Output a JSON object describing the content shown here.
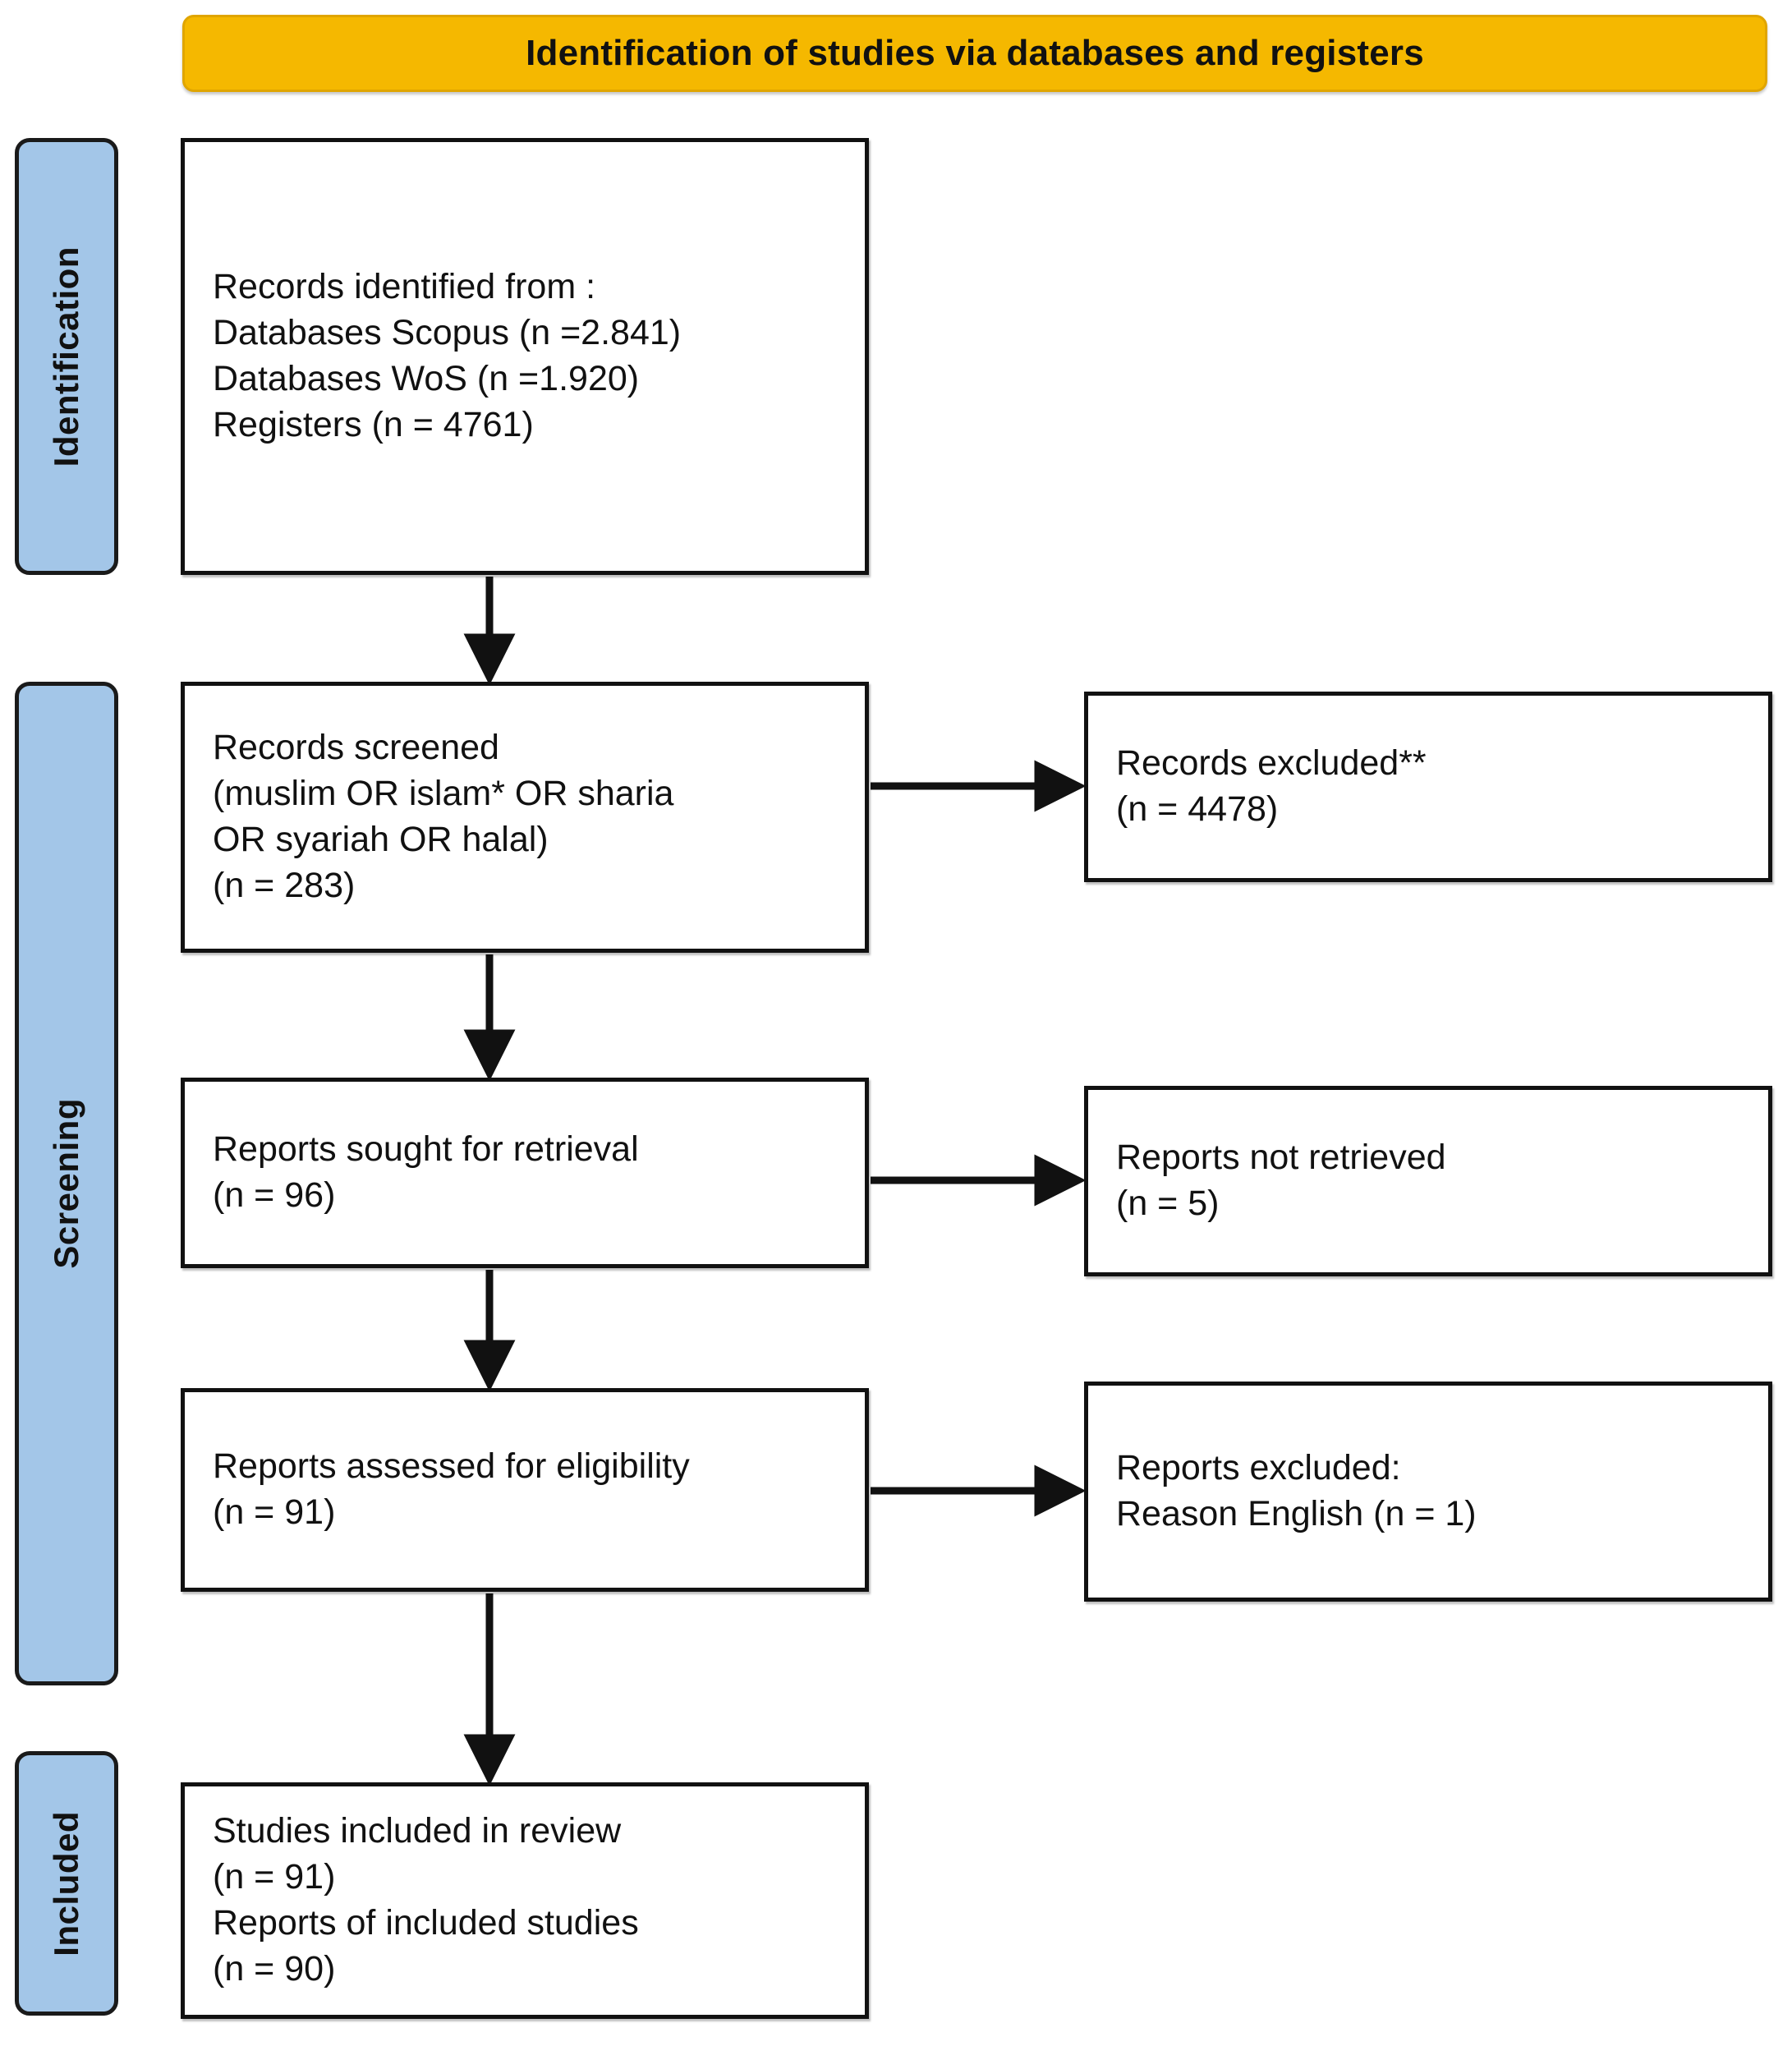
{
  "header": {
    "title": "Identification of studies via databases and registers",
    "background_color": "#F5B800"
  },
  "stages": [
    {
      "id": "identification",
      "label": "Identification"
    },
    {
      "id": "screening",
      "label": "Screening"
    },
    {
      "id": "included",
      "label": "Included"
    }
  ],
  "stage_bar_color": "#A3C6E8",
  "boxes": {
    "identified": {
      "text": "Records identified from :\n   Databases Scopus (n =2.841)\n   Databases WoS (n =1.920)\n   Registers (n = 4761)"
    },
    "screened": {
      "text": "Records screened\n(muslim OR islam* OR sharia\nOR syariah OR halal)\n(n = 283)"
    },
    "records_excluded": {
      "text": "Records excluded**\n (n = 4478)"
    },
    "sought": {
      "text": "Reports sought for retrieval\n(n = 96)"
    },
    "not_retrieved": {
      "text": "Reports not retrieved\n(n = 5)"
    },
    "assessed": {
      "text": "Reports assessed for eligibility\n(n = 91)"
    },
    "reports_excluded": {
      "text": "Reports excluded:\n   Reason English (n = 1)"
    },
    "included": {
      "text": "Studies included in review\n(n = 91)\nReports of included studies\n(n = 90)"
    }
  },
  "chart_data": {
    "type": "diagram",
    "title": "Identification of studies via databases and registers",
    "diagram_kind": "PRISMA 2020 flow diagram",
    "stages": [
      "Identification",
      "Screening",
      "Included"
    ],
    "nodes": [
      {
        "id": "identified",
        "stage": "Identification",
        "label": "Records identified from :",
        "items": [
          {
            "source": "Databases Scopus",
            "n": 2841,
            "displayed_n": "2.841"
          },
          {
            "source": "Databases WoS",
            "n": 1920,
            "displayed_n": "1.920"
          },
          {
            "source": "Registers",
            "n": 4761,
            "displayed_n": "4761"
          }
        ]
      },
      {
        "id": "screened",
        "stage": "Screening",
        "label": "Records screened",
        "query": "(muslim OR islam* OR sharia OR syariah OR halal)",
        "n": 283
      },
      {
        "id": "records_excluded",
        "stage": "Screening",
        "label": "Records excluded**",
        "n": 4478
      },
      {
        "id": "sought",
        "stage": "Screening",
        "label": "Reports sought for retrieval",
        "n": 96
      },
      {
        "id": "not_retrieved",
        "stage": "Screening",
        "label": "Reports not retrieved",
        "n": 5
      },
      {
        "id": "assessed",
        "stage": "Screening",
        "label": "Reports assessed for eligibility",
        "n": 91
      },
      {
        "id": "reports_excluded",
        "stage": "Screening",
        "label": "Reports excluded:",
        "reasons": [
          {
            "reason": "Reason English",
            "n": 1
          }
        ]
      },
      {
        "id": "included",
        "stage": "Included",
        "label": "Studies included in review",
        "n": 91,
        "reports_of_included_studies": 90
      }
    ],
    "edges": [
      {
        "from": "identified",
        "to": "screened",
        "direction": "down"
      },
      {
        "from": "screened",
        "to": "records_excluded",
        "direction": "right"
      },
      {
        "from": "screened",
        "to": "sought",
        "direction": "down"
      },
      {
        "from": "sought",
        "to": "not_retrieved",
        "direction": "right"
      },
      {
        "from": "sought",
        "to": "assessed",
        "direction": "down"
      },
      {
        "from": "assessed",
        "to": "reports_excluded",
        "direction": "right"
      },
      {
        "from": "assessed",
        "to": "included",
        "direction": "down"
      }
    ]
  }
}
